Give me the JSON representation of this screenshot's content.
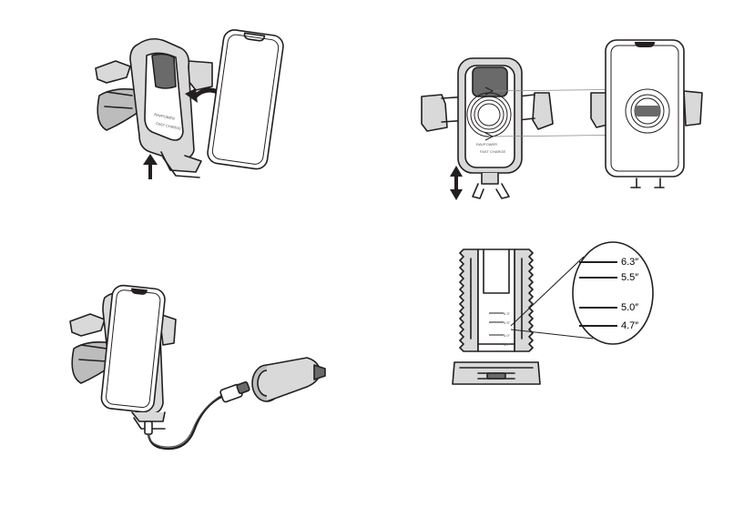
{
  "panels": {
    "install": {},
    "adjust": {},
    "charge": {},
    "sizes": {
      "callout_labels": [
        "6.3″",
        "5.5″",
        "5.0″",
        "4.7″"
      ],
      "scale_marks": [
        "6.3″",
        "5.5″",
        "5.0″",
        "4.7″"
      ]
    }
  },
  "colors": {
    "ink": "#231f20",
    "fill_grey": "#d9d9d9",
    "fill_dark": "#6a6a6a"
  },
  "icons": [
    "up-arrow-icon",
    "curved-arrow-icon",
    "double-arrow-icon"
  ]
}
